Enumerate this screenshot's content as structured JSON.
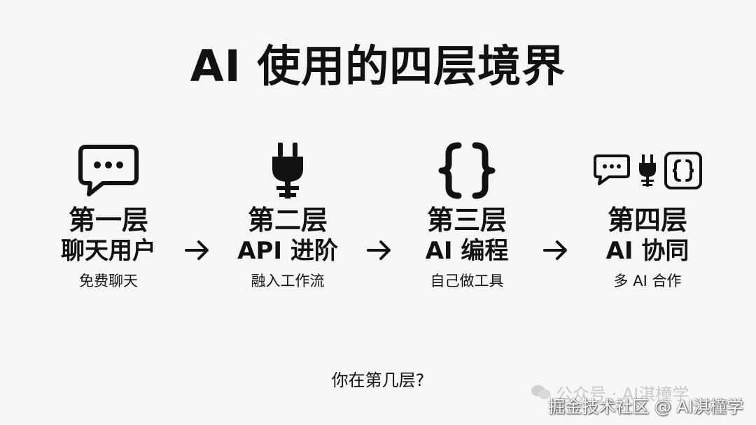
{
  "title": "AI 使用的四层境界",
  "levels": [
    {
      "name": "第一层",
      "role": "聊天用户",
      "desc": "免费聊天",
      "icon": "chat-bubble-icon"
    },
    {
      "name": "第二层",
      "role": "API 进阶",
      "desc": "融入工作流",
      "icon": "plug-icon"
    },
    {
      "name": "第三层",
      "role": "AI 编程",
      "desc": "自己做工具",
      "icon": "curly-braces-icon"
    },
    {
      "name": "第四层",
      "role": "AI 协同",
      "desc": "多 AI 合作",
      "icon": "combined-icons"
    }
  ],
  "question": "你在第几层?",
  "watermark": {
    "faint": "公众号 · AI淇橦学",
    "main": "掘金技术社区 @ AI淇橦学"
  },
  "colors": {
    "text": "#111111",
    "background": "#f6f6f4"
  }
}
